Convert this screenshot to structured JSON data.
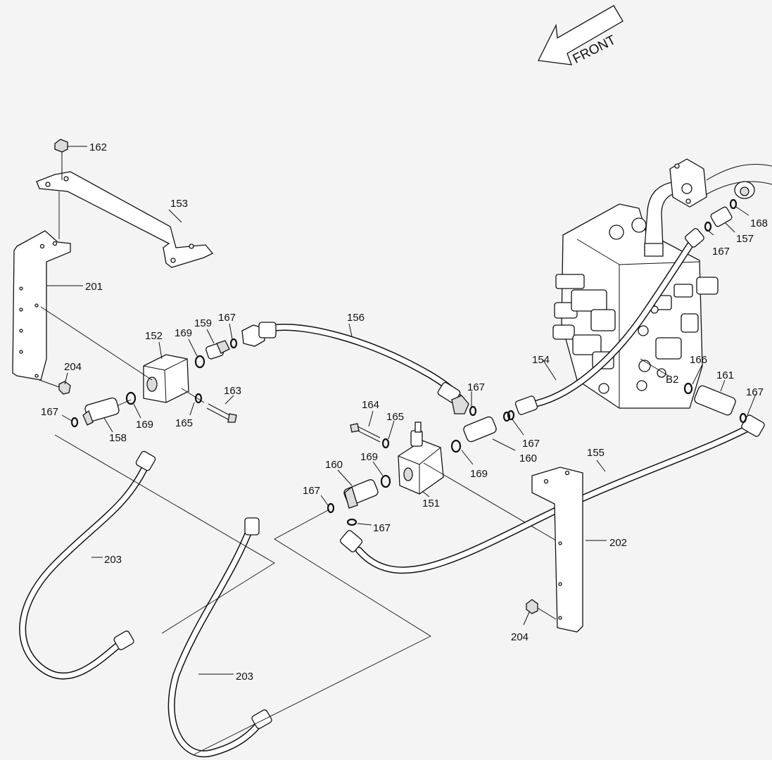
{
  "direction": {
    "label": "FRONT"
  },
  "callouts": {
    "c151": "151",
    "c152": "152",
    "c153": "153",
    "c154": "154",
    "c155": "155",
    "c156": "156",
    "c157": "157",
    "c158": "158",
    "c159": "159",
    "c160a": "160",
    "c160b": "160",
    "c161": "161",
    "c162": "162",
    "c163": "163",
    "c164": "164",
    "c165a": "165",
    "c165b": "165",
    "c166": "166",
    "c167a": "167",
    "c167b": "167",
    "c167c": "167",
    "c167d": "167",
    "c167e": "167",
    "c167f": "167",
    "c167g": "167",
    "c167h": "167",
    "c168": "168",
    "c169a": "169",
    "c169b": "169",
    "c169c": "169",
    "c169d": "169",
    "c201": "201",
    "c202": "202",
    "c203a": "203",
    "c203b": "203",
    "c204a": "204",
    "c204b": "204",
    "port_b2": "B2"
  },
  "colors": {
    "line": "#111111",
    "background": "#f4f4f4",
    "part_fill": "#ffffff"
  }
}
